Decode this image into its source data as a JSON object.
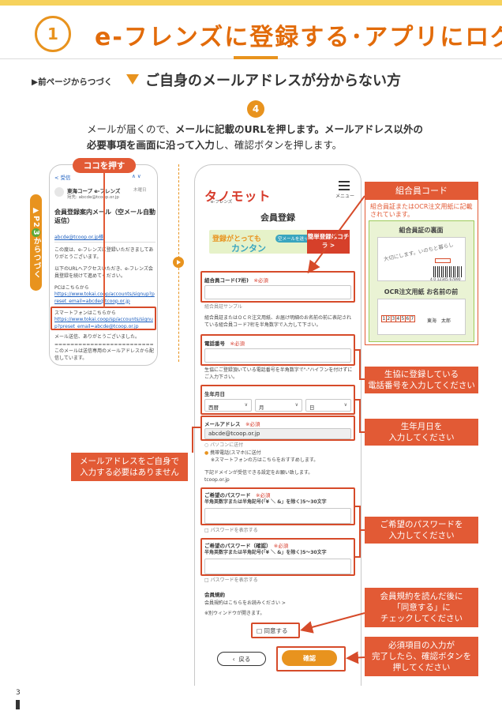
{
  "header": {
    "step_number": "1",
    "title": "e-フレンズに登録する･アプリにログ",
    "continued": "▶前ページからつづく",
    "subheading": "ご自身のメールアドレスが分からない方"
  },
  "step": {
    "number": "4",
    "line1_a": "メールが届くので、",
    "line1_b": "メールに記載のURLを押します。メールアドレス以外の",
    "line2_a": "必要事項を画面に沿って入力",
    "line2_b": "し、確認ボタンを押します。"
  },
  "side_tab": {
    "prefix": "▶P2",
    "num": "3",
    "suffix": "からつづく"
  },
  "koko_label": "ココを押す",
  "email_phone": {
    "back": "< 受信",
    "nav": "∧ ∨",
    "sender": "東海コープ e-フレンズ",
    "date": "木曜日",
    "from": "宛先: abcde@tcoop.or.jp",
    "title": "会員登録案内メール（空メール自動返信）",
    "addr": "abcde@tcoop.or.jp様",
    "p1": "この度は、e-フレンズに登録いただきましてありがとうございます。",
    "p2": "以下のURLへアクセスいただき、e-フレンズ会員登録を続けて進めてください。",
    "pc_label": "PCはこちらから",
    "pc_link": "https://www.tokai.coop/accounts/signup?preset_email=abcde@tcoop.or.jp",
    "sp_label": "スマートフォンはこちらから",
    "sp_link": "https://www.tokai.coop/sp/accounts/signup?preset_email=abcde@tcoop.or.jp",
    "thanks": "メール送信、ありがとうございました。",
    "divider": "=========================",
    "footer": "このメールは送信専用のメールアドレスから配信しています。"
  },
  "form": {
    "logo": "タノモット",
    "logo_sub": "e-フレンズ",
    "menu": "メニュー",
    "title": "会員登録",
    "banner_left": "登録がとっても",
    "banner_left2": "カンタン",
    "banner_mid": "空メールを送っても",
    "banner_right": "簡単登録はコチラ >",
    "member_label": "組合員コード(7桁)",
    "required": "※必須",
    "member_sample": "組合員証サンプル",
    "member_note": "組合員証またはＯＣＲ注文用紙、お届け明細のお名前の前に表記されている組合員コード7桁を半角数字で入力して下さい。",
    "phone_label": "電話番号",
    "phone_note": "生協にご登録頂いている電話番号を半角数字で\"-\"ハイフンを付けずにご入力下さい。",
    "birth_label": "生年月日",
    "era": "西暦",
    "month": "月",
    "day": "日",
    "email_label": "メールアドレス",
    "email_value": "abcde@tcoop.or.jp",
    "radio_pc": "パソコンに送付",
    "radio_sp": "携帯電話(スマホ)に送付",
    "radio_sp_note": "※スマートフォンの方はこちらをおすすめします。",
    "domain_note": "下記ドメインが受信できる設定をお願い致します。",
    "domain": "tcoop.or.jp",
    "pw_label": "ご希望のパスワード",
    "pw_note": "半角英数字または半角記号(「¥ ＼ &」を除く)5〜30文字",
    "pw_show": "パスワードを表示する",
    "pw2_label": "ご希望のパスワード（確認）",
    "terms_label": "会員規約",
    "terms_link": "会員規約はこちらをお読みください >",
    "terms_note": "※別ウィンドウが開きます。",
    "agree": "同意する",
    "back_btn": "戻る",
    "confirm_btn": "確認"
  },
  "card_panel": {
    "head": "組合員コード",
    "desc": "組合員証またはOCR注文用紙に記載されています。",
    "card_title": "組合員証の裏面",
    "card_text": "大切にします。いのちと暮らし",
    "ocr_title": "OCR注文用紙 お名前の前",
    "ocr_code": [
      "1",
      "2",
      "3",
      "4",
      "5",
      "6",
      "7"
    ],
    "ocr_name": "東海　太郎",
    "ocr_barcode": "4 0 12345 67890"
  },
  "callouts": {
    "phone": "生協に登録している\n電話番号を入力してください",
    "birth": "生年月日を\n入力してください",
    "email": "メールアドレスをご自身で\n入力する必要はありません",
    "password": "ご希望のパスワードを\n入力してください",
    "terms": "会員規約を読んだ後に\n「同意する」に\nチェックしてください",
    "done": "必須項目の入力が\n完了したら、確認ボタンを\n押してください"
  },
  "page_number": "3",
  "colors": {
    "accent": "#e8931e",
    "red": "#e25a35",
    "green": "#9ecb5a"
  }
}
